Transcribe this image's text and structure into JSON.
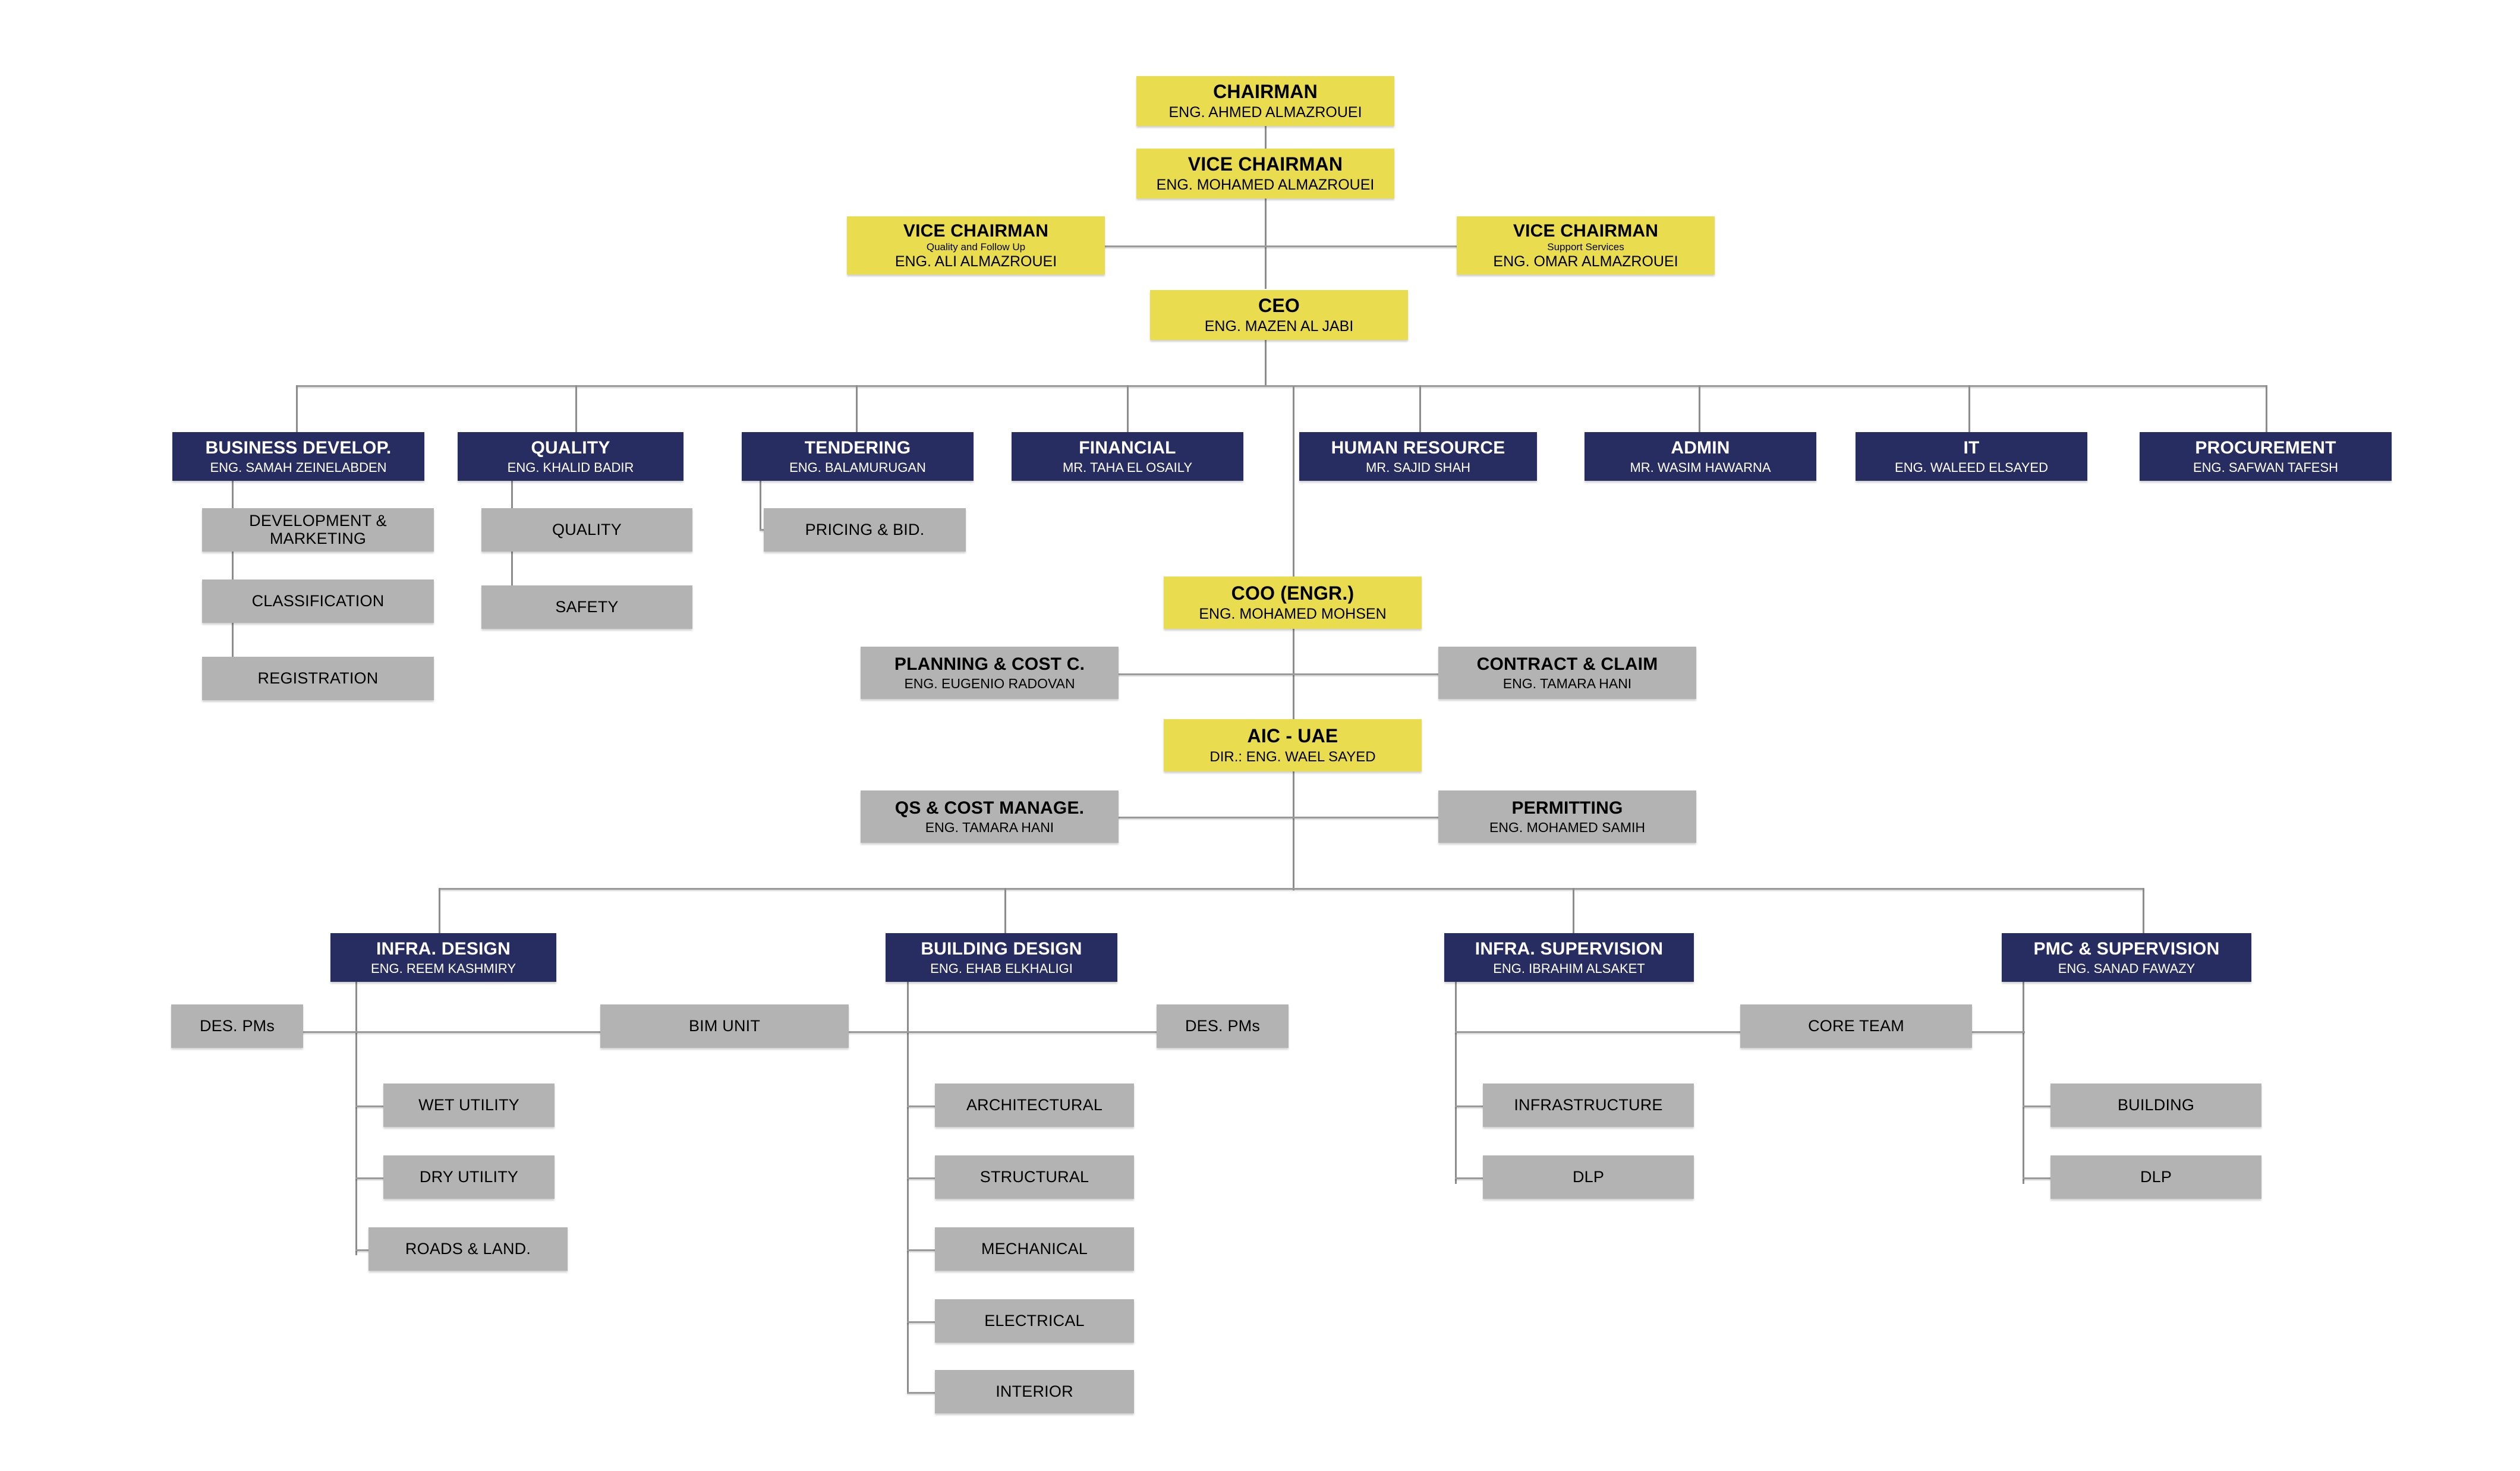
{
  "chart_data": {
    "type": "diagram",
    "title": "Organization Chart",
    "colors": {
      "executive": "#e9dc4e",
      "department": "#272d61",
      "unit": "#b3b3b3",
      "connector": "#8c8c8c",
      "background": "#ffffff"
    }
  },
  "nodes": {
    "chairman": {
      "title": "CHAIRMAN",
      "person": "ENG. AHMED ALMAZROUEI"
    },
    "vice_chairman": {
      "title": "VICE CHAIRMAN",
      "person": "ENG. MOHAMED ALMAZROUEI"
    },
    "vc_quality": {
      "title": "VICE CHAIRMAN",
      "role": "Quality and Follow Up",
      "person": "ENG. ALI ALMAZROUEI"
    },
    "vc_support": {
      "title": "VICE CHAIRMAN",
      "role": "Support Services",
      "person": "ENG. OMAR ALMAZROUEI"
    },
    "ceo": {
      "title": "CEO",
      "person": "ENG. MAZEN AL JABI"
    },
    "business_dev": {
      "title": "BUSINESS DEVELOP.",
      "person": "ENG. SAMAH ZEINELABDEN"
    },
    "quality": {
      "title": "QUALITY",
      "person": "ENG. KHALID BADIR"
    },
    "tendering": {
      "title": "TENDERING",
      "person": "ENG. BALAMURUGAN"
    },
    "financial": {
      "title": "FINANCIAL",
      "person": "MR. TAHA EL OSAILY"
    },
    "human_resource": {
      "title": "HUMAN RESOURCE",
      "person": "MR. SAJID SHAH"
    },
    "admin": {
      "title": "ADMIN",
      "person": "MR. WASIM HAWARNA"
    },
    "it": {
      "title": "IT",
      "person": "ENG. WALEED ELSAYED"
    },
    "procurement": {
      "title": "PROCUREMENT",
      "person": "ENG. SAFWAN TAFESH"
    },
    "dev_marketing": {
      "title": "DEVELOPMENT &\nMARKETING"
    },
    "classification": {
      "title": "CLASSIFICATION"
    },
    "registration": {
      "title": "REGISTRATION"
    },
    "quality_sub": {
      "title": "QUALITY"
    },
    "safety": {
      "title": "SAFETY"
    },
    "pricing_bid": {
      "title": "PRICING & BID."
    },
    "coo": {
      "title": "COO  (ENGR.)",
      "person": "ENG. MOHAMED MOHSEN"
    },
    "planning_cost": {
      "title": "PLANNING & COST C.",
      "person": "ENG. EUGENIO RADOVAN"
    },
    "contract_claim": {
      "title": "CONTRACT & CLAIM",
      "person": "ENG. TAMARA HANI"
    },
    "aic_uae": {
      "title": "AIC - UAE",
      "person": "DIR.: ENG. WAEL SAYED"
    },
    "qs_cost": {
      "title": "QS & COST MANAGE.",
      "person": "ENG. TAMARA HANI"
    },
    "permitting": {
      "title": "PERMITTING",
      "person": "ENG. MOHAMED SAMIH"
    },
    "infra_design": {
      "title": "INFRA. DESIGN",
      "person": "ENG. REEM KASHMIRY"
    },
    "building_design": {
      "title": "BUILDING DESIGN",
      "person": "ENG. EHAB ELKHALIGI"
    },
    "infra_sup": {
      "title": "INFRA. SUPERVISION",
      "person": "ENG. IBRAHIM ALSAKET"
    },
    "pmc_sup": {
      "title": "PMC & SUPERVISION",
      "person": "ENG. SANAD FAWAZY"
    },
    "des_pms_left": {
      "title": "DES. PMs"
    },
    "bim_unit": {
      "title": "BIM UNIT"
    },
    "des_pms_right": {
      "title": "DES. PMs"
    },
    "core_team": {
      "title": "CORE TEAM"
    },
    "wet_utility": {
      "title": "WET UTILITY"
    },
    "dry_utility": {
      "title": "DRY UTILITY"
    },
    "roads_land": {
      "title": "ROADS & LAND."
    },
    "architectural": {
      "title": "ARCHITECTURAL"
    },
    "structural": {
      "title": "STRUCTURAL"
    },
    "mechanical": {
      "title": "MECHANICAL"
    },
    "electrical": {
      "title": "ELECTRICAL"
    },
    "interior": {
      "title": "INTERIOR"
    },
    "infrastructure": {
      "title": "INFRASTRUCTURE"
    },
    "dlp_left": {
      "title": "DLP"
    },
    "building": {
      "title": "BUILDING"
    },
    "dlp_right": {
      "title": "DLP"
    }
  }
}
